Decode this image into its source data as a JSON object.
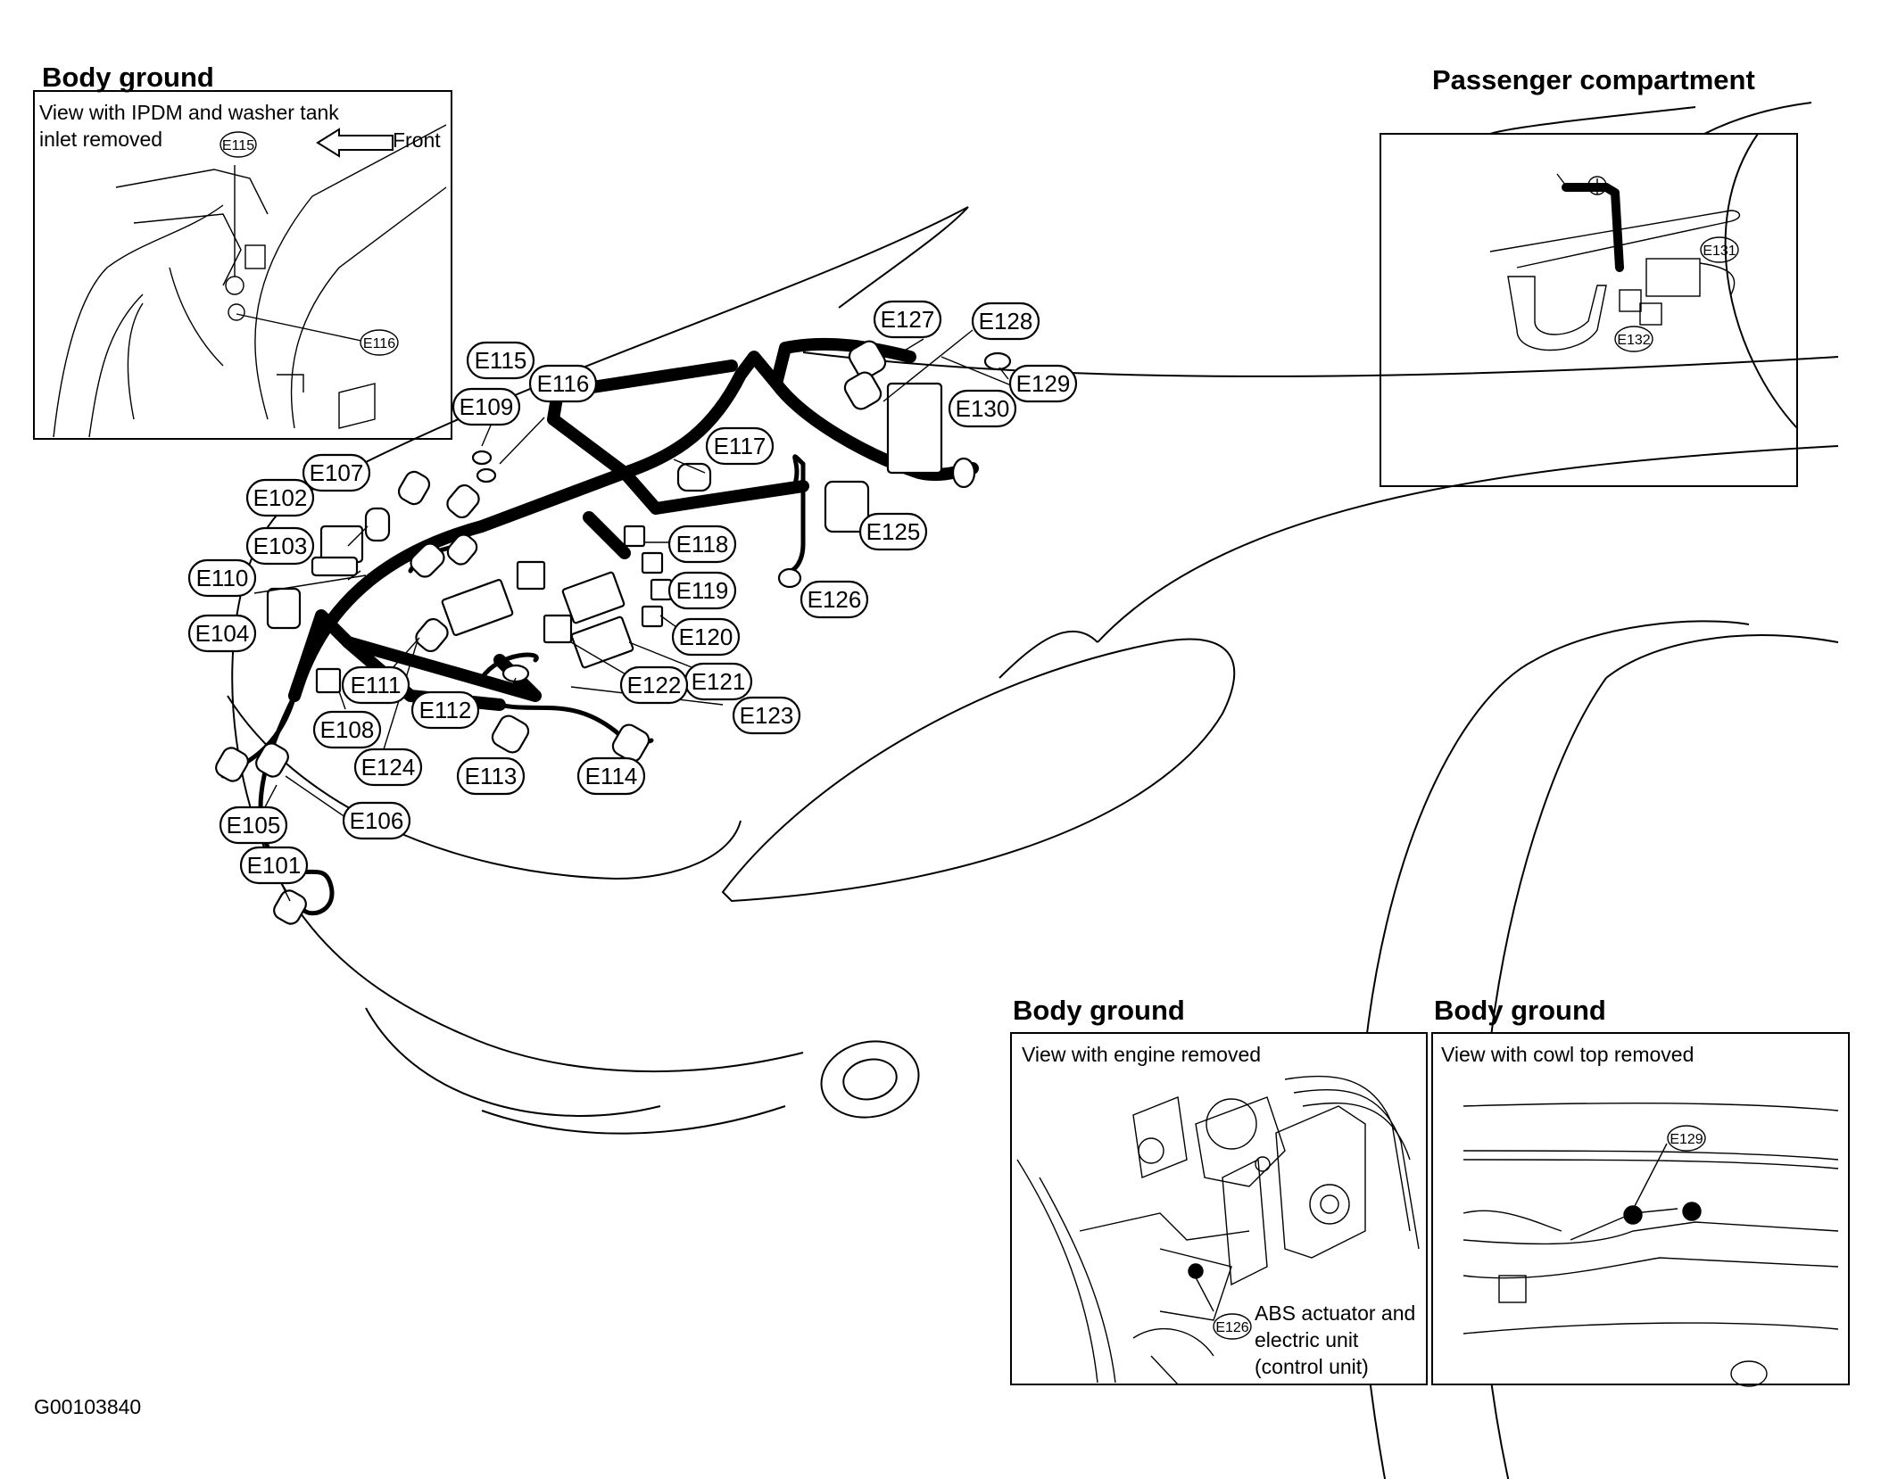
{
  "titles": {
    "body_ground_top": "Body ground",
    "passenger_compartment": "Passenger compartment",
    "body_ground_engine": "Body ground",
    "body_ground_cowl": "Body ground"
  },
  "captions": {
    "ipdm_line1": "View with IPDM and washer tank",
    "ipdm_line2": "inlet removed",
    "front": "Front",
    "engine_removed": "View with engine removed",
    "cowl_removed": "View with cowl top removed",
    "abs_line1": "ABS actuator and",
    "abs_line2": "electric unit",
    "abs_line3": "(control unit)"
  },
  "inset_labels": {
    "e115": "E115",
    "e116": "E116",
    "e131": "E131",
    "e132": "E132",
    "e126": "E126",
    "e129": "E129"
  },
  "connectors": [
    {
      "id": "E101"
    },
    {
      "id": "E102"
    },
    {
      "id": "E103"
    },
    {
      "id": "E104"
    },
    {
      "id": "E105"
    },
    {
      "id": "E106"
    },
    {
      "id": "E107"
    },
    {
      "id": "E108"
    },
    {
      "id": "E109"
    },
    {
      "id": "E110"
    },
    {
      "id": "E111"
    },
    {
      "id": "E112"
    },
    {
      "id": "E113"
    },
    {
      "id": "E114"
    },
    {
      "id": "E115"
    },
    {
      "id": "E116"
    },
    {
      "id": "E117"
    },
    {
      "id": "E118"
    },
    {
      "id": "E119"
    },
    {
      "id": "E120"
    },
    {
      "id": "E121"
    },
    {
      "id": "E122"
    },
    {
      "id": "E123"
    },
    {
      "id": "E124"
    },
    {
      "id": "E125"
    },
    {
      "id": "E126"
    },
    {
      "id": "E127"
    },
    {
      "id": "E128"
    },
    {
      "id": "E129"
    },
    {
      "id": "E130"
    }
  ],
  "figure_id": "G00103840"
}
